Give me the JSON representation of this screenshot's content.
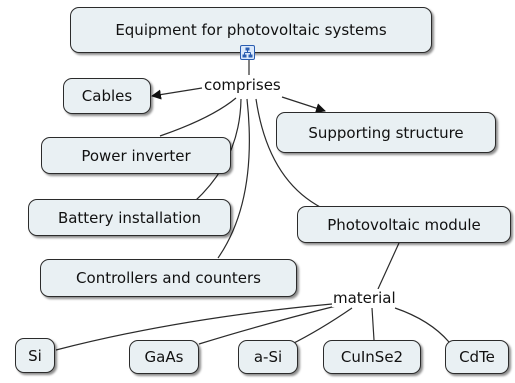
{
  "concept_map": {
    "root": "Equipment for photovoltaic systems",
    "link_comprises": "comprises",
    "link_material": "material",
    "comprises_items": [
      "Cables",
      "Supporting structure",
      "Power inverter",
      "Battery installation",
      "Photovoltaic module",
      "Controllers and counters"
    ],
    "material_items": [
      "Si",
      "GaAs",
      "a-Si",
      "CuInSe2",
      "CdTe"
    ],
    "colors": {
      "node_fill": "#e9f0f3",
      "node_border": "#2b2b2b",
      "link_line": "#2b2b2b",
      "icon_accent": "#2a5db0"
    },
    "icon": "concept-map-icon"
  }
}
